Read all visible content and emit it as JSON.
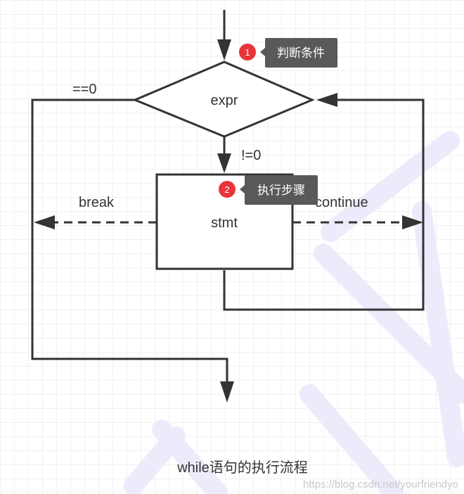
{
  "nodes": {
    "condition": "expr",
    "statement": "stmt"
  },
  "edges": {
    "false_exit": "==0",
    "true_branch": "!=0",
    "break_label": "break",
    "continue_label": "continue"
  },
  "callouts": [
    {
      "number": "1",
      "text": "判断条件"
    },
    {
      "number": "2",
      "text": "执行步骤"
    }
  ],
  "caption": "while语句的执行流程",
  "watermark_url": "https://blog.csdn.net/yourfriendyo",
  "colors": {
    "grid": "#e3e3e3",
    "stroke": "#333333",
    "badge": "#e8343a",
    "callout_bg": "#595959",
    "watermark_deco": "#ecebfb"
  }
}
